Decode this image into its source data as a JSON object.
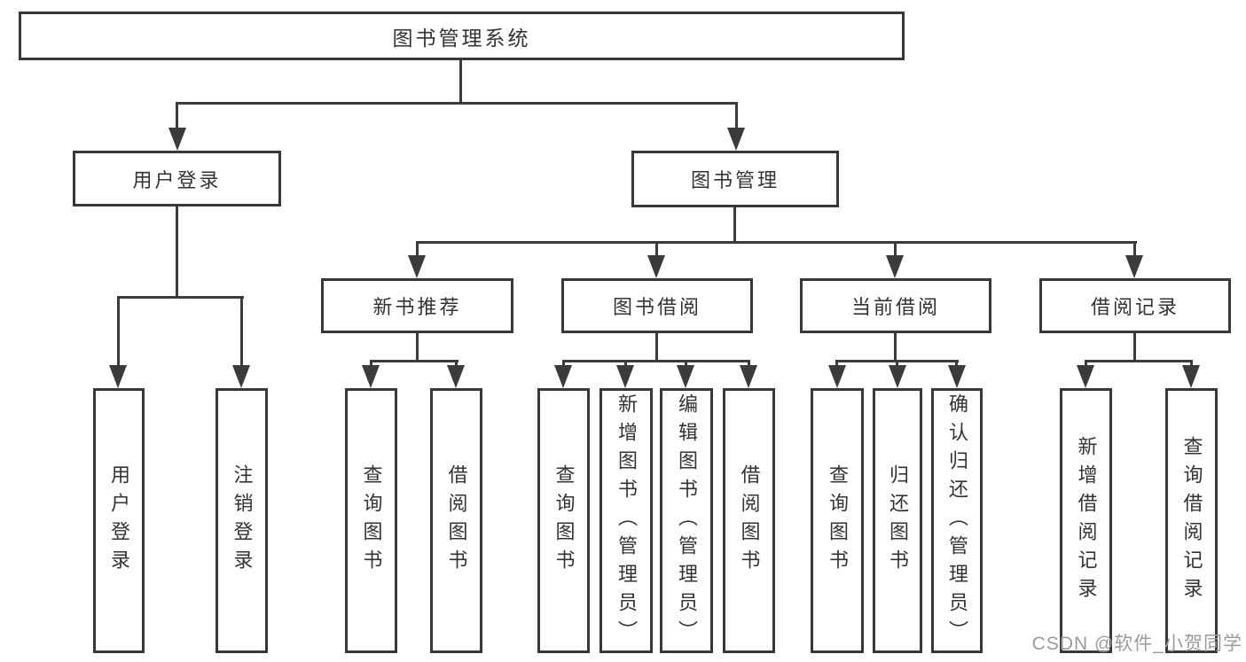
{
  "diagram_title": "图书管理系统",
  "tree": {
    "label": "图书管理系统",
    "children": [
      {
        "label": "用户登录",
        "children": [
          {
            "label": "用户登录"
          },
          {
            "label": "注销登录"
          }
        ]
      },
      {
        "label": "图书管理",
        "children": [
          {
            "label": "新书推荐",
            "children": [
              {
                "label": "查询图书"
              },
              {
                "label": "借阅图书"
              }
            ]
          },
          {
            "label": "图书借阅",
            "children": [
              {
                "label": "查询图书"
              },
              {
                "label": "新增图书（管理员）"
              },
              {
                "label": "编辑图书（管理员）"
              },
              {
                "label": "借阅图书"
              }
            ]
          },
          {
            "label": "当前借阅",
            "children": [
              {
                "label": "查询图书"
              },
              {
                "label": "归还图书"
              },
              {
                "label": "确认归还（管理员）"
              }
            ]
          },
          {
            "label": "借阅记录",
            "children": [
              {
                "label": "新增借阅记录"
              },
              {
                "label": "查询借阅记录"
              }
            ]
          }
        ]
      }
    ]
  },
  "watermark": {
    "text": "CSDN @软件_小贺同学",
    "color": "#9b9b9b"
  },
  "colors": {
    "background": "#ffffff",
    "box_border": "#383838",
    "connector_line": "#3b3b3b",
    "text": "#333333"
  }
}
